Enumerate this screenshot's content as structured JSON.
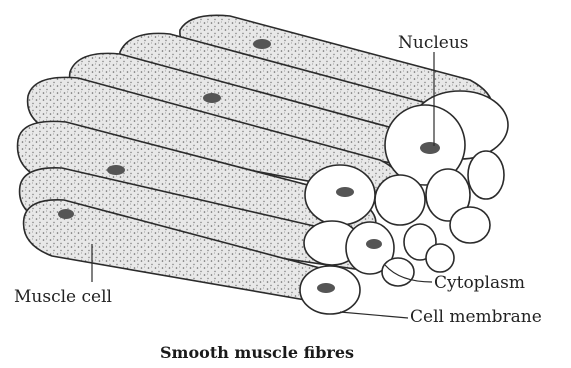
{
  "diagram": {
    "labels": {
      "nucleus": "Nucleus",
      "muscle_cell": "Muscle cell",
      "cytoplasm": "Cytoplasm",
      "cell_membrane": "Cell membrane"
    },
    "caption": "Smooth muscle fibres"
  }
}
